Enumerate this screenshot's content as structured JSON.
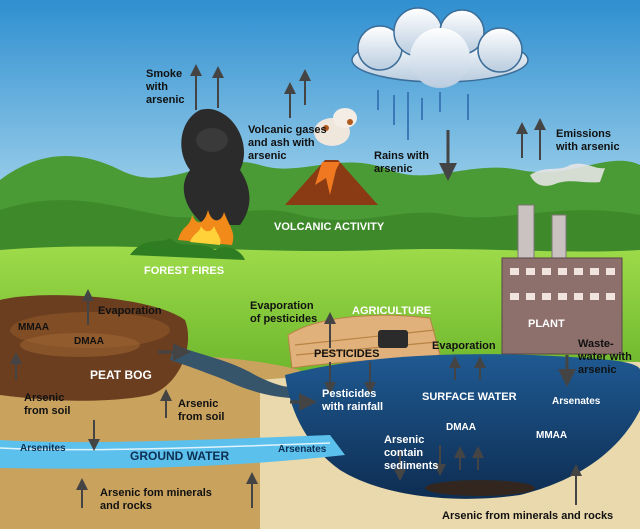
{
  "labels": {
    "smoke": "Smoke\nwith\narsenic",
    "volcanic_gases": "Volcanic gases\nand ash with\narsenic",
    "rains": "Rains with\narsenic",
    "emissions": "Emissions\nwith arsenic",
    "volcanic_activity": "VOLCANIC ACTIVITY",
    "forest_fires": "FOREST FIRES",
    "evaporation_bog": "Evaporation",
    "mmaa_bog": "MMAA",
    "dmaa_bog": "DMAA",
    "peat_bog": "PEAT BOG",
    "evaporation_pesticides": "Evaporation\nof pesticides",
    "agriculture": "AGRICULTURE",
    "pesticides": "PESTICIDES",
    "plant": "PLANT",
    "evaporation_water": "Evaporation",
    "wastewater": "Waste-\nwater with\narsenic",
    "arsenic_soil_left": "Arsenic\nfrom soil",
    "arsenic_soil_mid": "Arsenic\nfrom soil",
    "pesticides_rainfall": "Pesticides\nwith rainfall",
    "surface_water": "SURFACE WATER",
    "arsenates_right": "Arsenates",
    "dmaa_water": "DMAA",
    "mmaa_water": "MMAA",
    "arsenic_sediments": "Arsenic\ncontain\nsediments",
    "arsenites": "Arsenites",
    "ground_water": "GROUND WATER",
    "arsenates_ground": "Arsenates",
    "minerals_left": "Arsenic fom minerals\nand rocks",
    "minerals_right": "Arsenic from minerals and rocks"
  },
  "colors": {
    "sky": "#3f9bd6",
    "hills": "#3e8f2f",
    "meadow": "#8fcf3e",
    "soil": "#c9a25e",
    "bog": "#6b3e1f",
    "water": "#1f4f80",
    "ground_water": "#5cc0ec",
    "factory": "#8d6f6b",
    "smoke": "#2a2a2a",
    "fire": "#f28a1a"
  }
}
